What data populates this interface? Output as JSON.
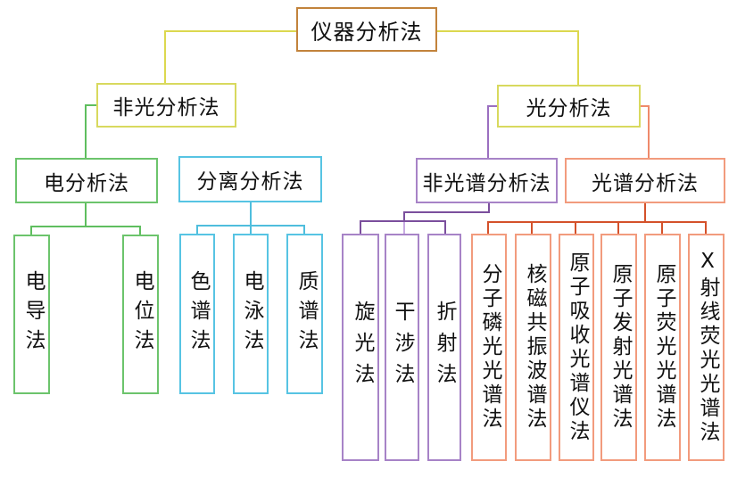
{
  "diagram_type": "tree-flowchart",
  "tree": {
    "root": {
      "label": "仪器分析法",
      "children": [
        {
          "label": "非光分析法",
          "children": [
            {
              "label": "电分析法",
              "children": [
                {
                  "label": "电导法"
                },
                {
                  "label": "电位法"
                }
              ]
            },
            {
              "label": "分离分析法",
              "children": [
                {
                  "label": "色谱法"
                },
                {
                  "label": "电泳法"
                },
                {
                  "label": "质谱法"
                }
              ]
            }
          ]
        },
        {
          "label": "光分析法",
          "children": [
            {
              "label": "非光谱分析法",
              "children": [
                {
                  "label": "旋光法"
                },
                {
                  "label": "干涉法"
                },
                {
                  "label": "折射法"
                }
              ]
            },
            {
              "label": "光谱分析法",
              "children": [
                {
                  "label": "分子磷光光谱法"
                },
                {
                  "label": "核磁共振波谱法"
                },
                {
                  "label": "原子吸收光谱仪法"
                },
                {
                  "label": "原子发射光谱法"
                },
                {
                  "label": "原子荧光光谱法"
                },
                {
                  "label": "X射线荧光光谱法"
                }
              ]
            }
          ]
        }
      ]
    }
  },
  "colors": {
    "root_border": "#c2833c",
    "level2_border": "#d8d95e",
    "yellow_line": "#dcd84f",
    "green_box": "#6cc46c",
    "green_line": "#5fbe5f",
    "cyan_box": "#57c4e3",
    "cyan_line": "#4fbedd",
    "purple_box": "#a783c7",
    "purple_elbow": "#9b6fc0",
    "purple_dark": "#7b4f9d",
    "purple_light": "#c8abe3",
    "orange_box": "#f29b7d",
    "orange_elbow": "#ef8a6b",
    "orange_dark": "#d4512a",
    "text": "#111111",
    "background": "#ffffff"
  }
}
